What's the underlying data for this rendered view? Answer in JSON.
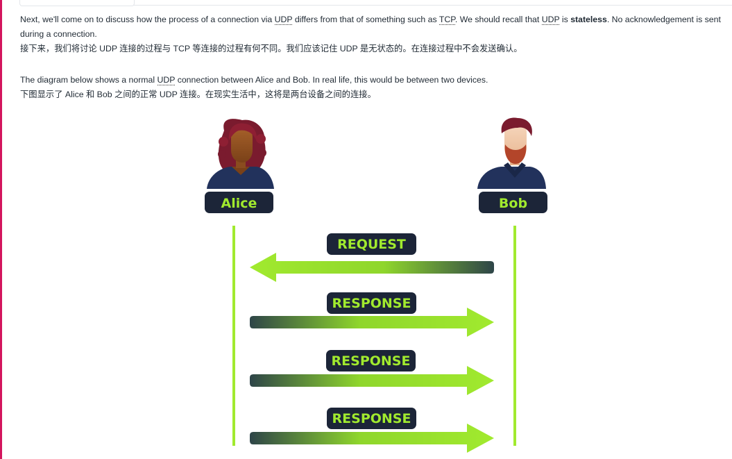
{
  "intro": {
    "p1_en_a": "Next, we'll come on to discuss how the process of a connection via ",
    "udp": "UDP",
    "p1_en_b": " differs from that of something such as ",
    "tcp": "TCP",
    "p1_en_c": ".  We should recall that ",
    "p1_en_d": " is ",
    "stateless": "stateless",
    "p1_en_e": ". No acknowledgement is sent during a connection.",
    "p1_zh": "接下来，我们将讨论 UDP 连接的过程与 TCP 等连接的过程有何不同。我们应该记住 UDP 是无状态的。在连接过程中不会发送确认。",
    "p2_en_a": "The diagram below shows a normal ",
    "p2_en_b": " connection between Alice and Bob. In real life, this would be between two devices.",
    "p2_zh": "下图显示了 Alice 和 Bob 之间的正常 UDP 连接。在现实生活中，这将是两台设备之间的连接。"
  },
  "diagram": {
    "left_party": "Alice",
    "right_party": "Bob",
    "messages": [
      "REQUEST",
      "RESPONSE",
      "RESPONSE",
      "RESPONSE"
    ],
    "colors": {
      "accent": "#a1ea2e",
      "label_bg": "#1c2538",
      "arrow_dark": "#2e4548",
      "side_border": "#d3155d"
    }
  }
}
